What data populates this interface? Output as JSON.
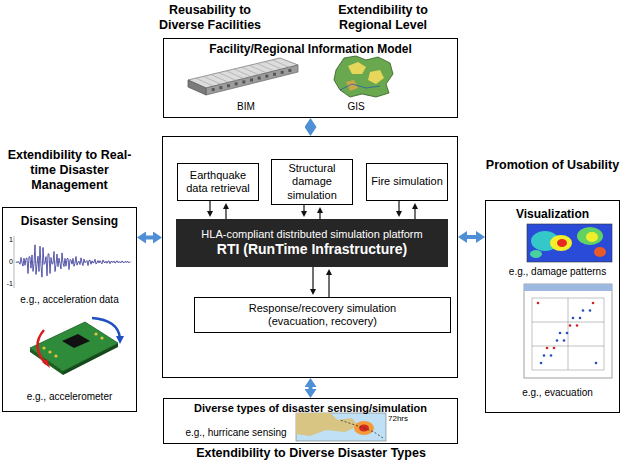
{
  "diagram": {
    "nodes": [
      {
        "text": [
          "Facility/Regional Information Model",
          "BIM",
          "GIS"
        ]
      },
      {
        "text": [
          "Disaster Sensing",
          "e.g., acceleration data",
          "e.g., accelerometer"
        ]
      },
      {
        "text": []
      },
      {
        "text": [
          "Earthquake data retrieval"
        ],
        "in": 2
      },
      {
        "text": [
          "Structural damage simulation"
        ],
        "in": 2
      },
      {
        "text": [
          "Fire simulation"
        ],
        "in": 2
      },
      {
        "text": [
          "HLA-compliant distributed simulation platform",
          "RTI (RunTime Infrastructure)"
        ],
        "in": 2
      },
      {
        "text": [
          "Response/recovery simulation (evacuation, recovery)"
        ],
        "in": 2
      },
      {
        "text": [
          "Visualization",
          "e.g., damage patterns",
          "e.g., evacuation"
        ]
      },
      {
        "text": [
          "Diverse types of disaster sensing/simulation",
          "e.g., hurricane sensing"
        ]
      }
    ],
    "edges": [
      {
        "from": 0,
        "to": 2,
        "arrow": "both"
      },
      {
        "from": 1,
        "to": 2,
        "arrow": "both"
      },
      {
        "from": 2,
        "to": 8,
        "arrow": "both"
      },
      {
        "from": 2,
        "to": 9,
        "arrow": "both"
      },
      {
        "from": 3,
        "to": 6,
        "arrow": "to"
      },
      {
        "from": 6,
        "to": 3,
        "arrow": "to"
      },
      {
        "from": 4,
        "to": 6,
        "arrow": "to"
      },
      {
        "from": 6,
        "to": 4,
        "arrow": "to"
      },
      {
        "from": 5,
        "to": 6,
        "arrow": "to"
      },
      {
        "from": 6,
        "to": 5,
        "arrow": "to"
      },
      {
        "from": 6,
        "to": 7,
        "arrow": "to"
      },
      {
        "from": 7,
        "to": 6,
        "arrow": "to"
      }
    ],
    "labels": [
      "Reusability to Diverse Facilities",
      "Extendibility to Regional Level",
      "Extendibility to Real-time Disaster Management",
      "1",
      "0",
      "-1",
      "Promotion of Usability",
      "72hrs",
      "Extendibility to Diverse Disaster Types"
    ]
  }
}
